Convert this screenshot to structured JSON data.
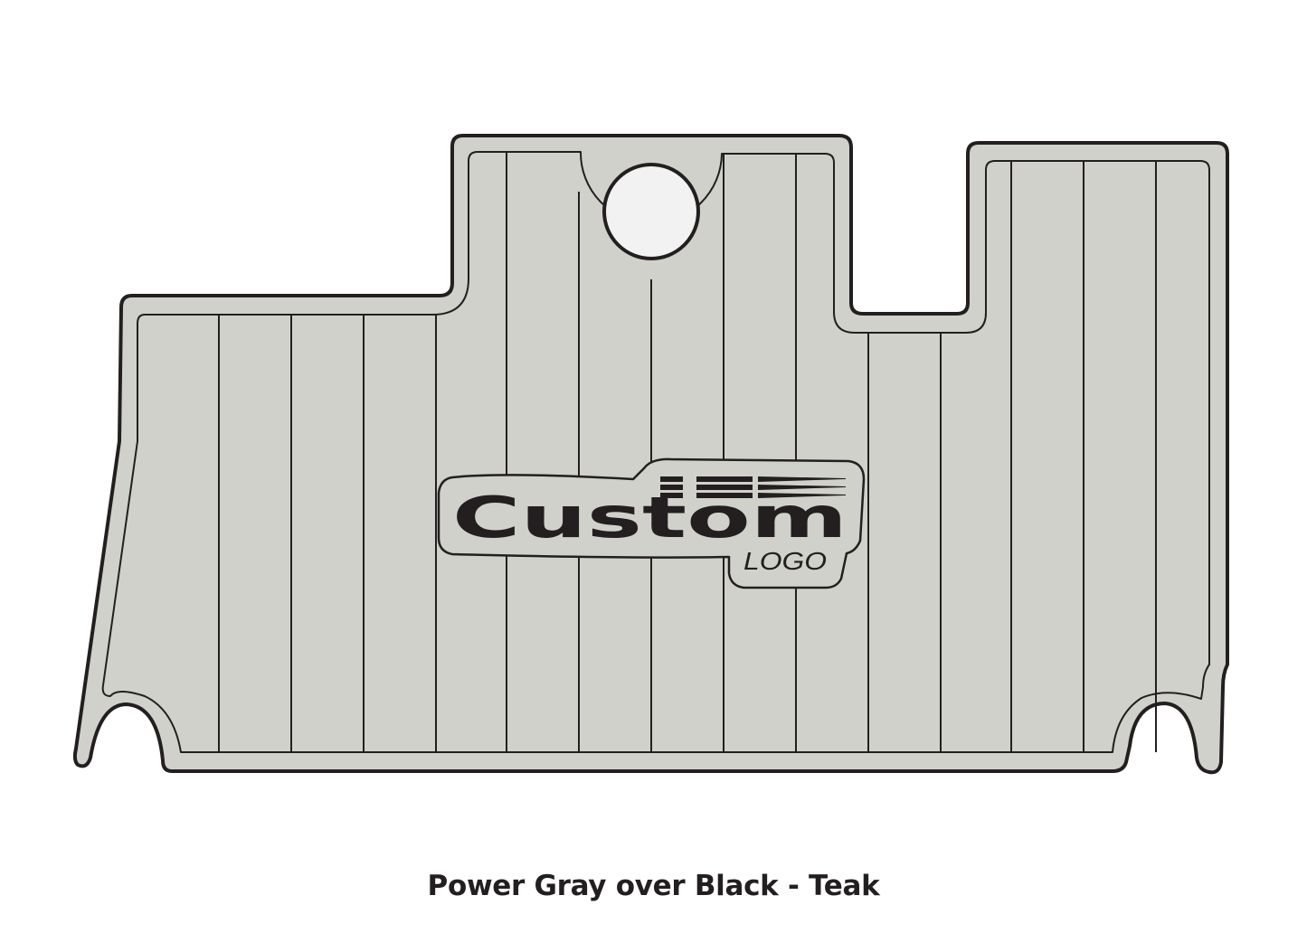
{
  "product": {
    "caption": "Power Gray over Black - Teak",
    "logo_main": "Custom",
    "logo_sub": "LOGO"
  },
  "colors": {
    "mat_fill": "#d1d1cc",
    "outline": "#231f20",
    "hole_fill": "#f2f2f2"
  }
}
